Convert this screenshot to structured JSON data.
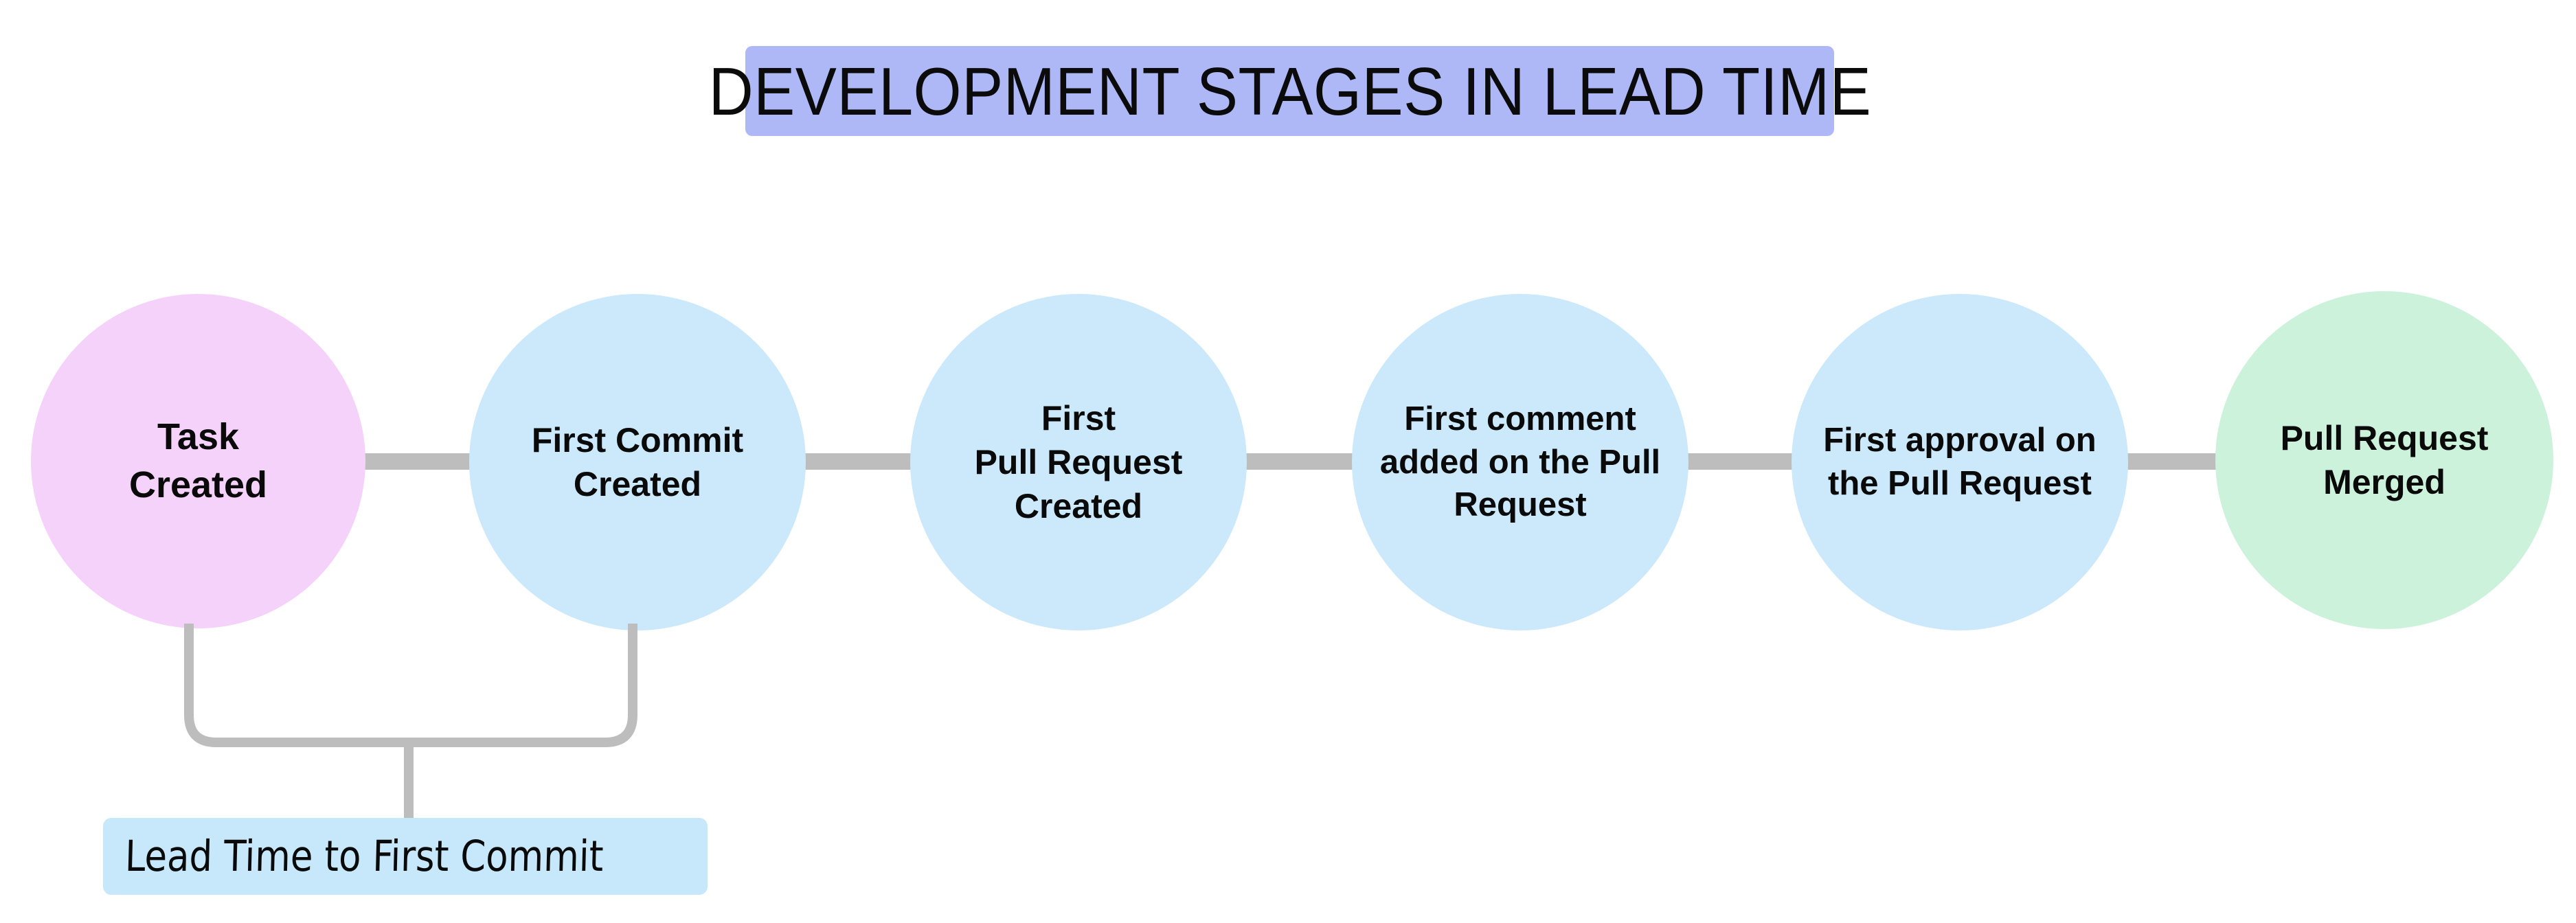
{
  "title": {
    "text": "DEVELOPMENT STAGES IN LEAD TIME",
    "background_color": "#aeb8f7",
    "text_color": "#0b0b0b"
  },
  "colors": {
    "start_node": "#f5d2fa",
    "middle_node": "#cbe9fb",
    "end_node": "#ccf2dc",
    "connector": "#bdbdbd",
    "label_background": "#c6e8fa",
    "canvas": "#ffffff"
  },
  "flow": {
    "nodes": [
      {
        "id": "task-created",
        "label": "Task\nCreated",
        "color": "#f5d2fa"
      },
      {
        "id": "first-commit",
        "label": "First Commit\nCreated",
        "color": "#cbe9fb"
      },
      {
        "id": "first-pull-request",
        "label": "First\nPull Request\nCreated",
        "color": "#cbe9fb"
      },
      {
        "id": "first-comment",
        "label": "First comment\nadded on the Pull\nRequest",
        "color": "#cbe9fb"
      },
      {
        "id": "first-approval",
        "label": "First approval on\nthe Pull Request",
        "color": "#cbe9fb"
      },
      {
        "id": "pull-request-merged",
        "label": "Pull Request\nMerged",
        "color": "#ccf2dc"
      }
    ],
    "connectors": [
      {
        "from": "task-created",
        "to": "first-commit"
      },
      {
        "from": "first-commit",
        "to": "first-pull-request"
      },
      {
        "from": "first-pull-request",
        "to": "first-comment"
      },
      {
        "from": "first-comment",
        "to": "first-approval"
      },
      {
        "from": "first-approval",
        "to": "pull-request-merged"
      }
    ]
  },
  "span_label": {
    "text": "Lead Time to First Commit",
    "spans_from": "task-created",
    "spans_to": "first-commit"
  }
}
